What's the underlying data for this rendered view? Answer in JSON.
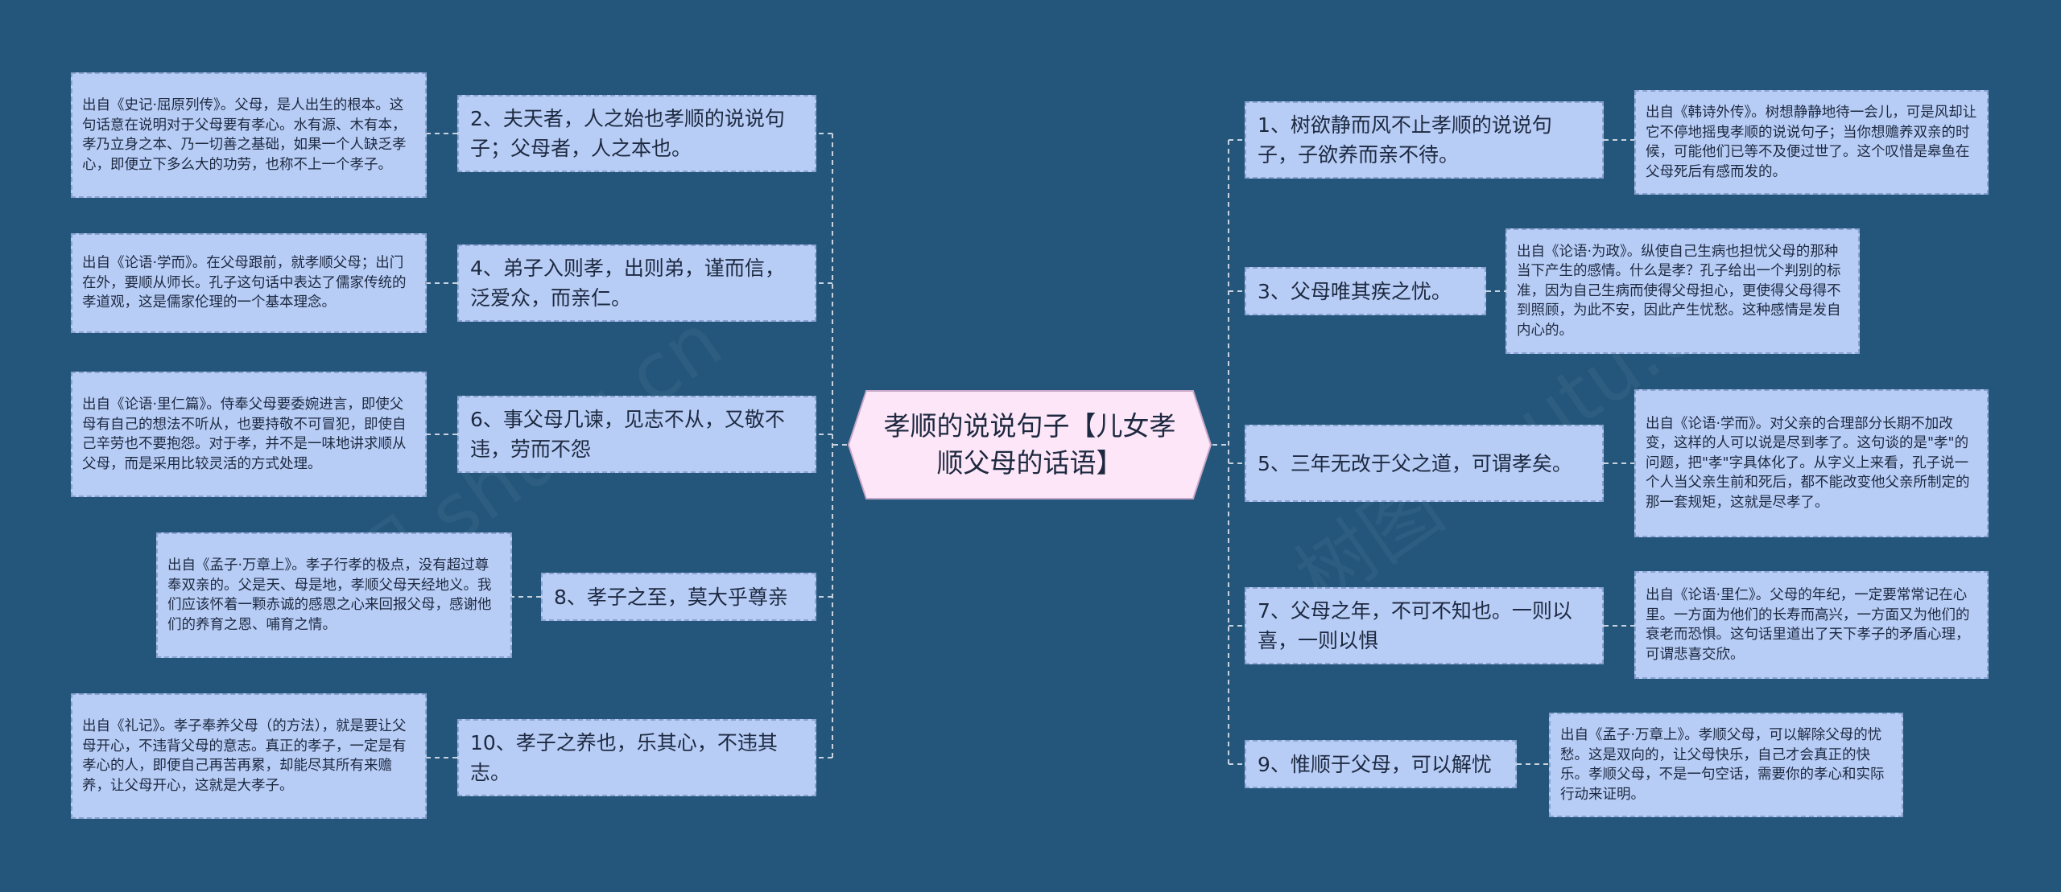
{
  "diagram": {
    "central_title": "孝顺的说说句子【儿女孝顺父母的话语】",
    "watermark": "树图 shutu.cn",
    "colors": {
      "background": "#23567a",
      "node_fill": "#b8cdf6",
      "node_border": "#8aa2d0",
      "central_fill": "#fde6f7",
      "connector": "#c9d3df"
    },
    "left": [
      {
        "branch": "2、夫天者，人之始也孝顺的说说句子；父母者，人之本也。",
        "detail": "出自《史记·屈原列传》。父母，是人出生的根本。这句话意在说明对于父母要有孝心。水有源、木有本，孝乃立身之本、乃一切善之基础，如果一个人缺乏孝心，即便立下多么大的功劳，也称不上一个孝子。"
      },
      {
        "branch": "4、弟子入则孝，出则弟，谨而信，泛爱众，而亲仁。",
        "detail": "出自《论语·学而》。在父母跟前，就孝顺父母；出门在外，要顺从师长。孔子这句话中表达了儒家传统的孝道观，这是儒家伦理的一个基本理念。"
      },
      {
        "branch": "6、事父母几谏，见志不从，又敬不违，劳而不怨",
        "detail": "出自《论语·里仁篇》。侍奉父母要委婉进言，即使父母有自己的想法不听从，也要持敬不可冒犯，即使自己辛劳也不要抱怨。对于孝，并不是一味地讲求顺从父母，而是采用比较灵活的方式处理。"
      },
      {
        "branch": "8、孝子之至，莫大乎尊亲",
        "detail": "出自《孟子·万章上》。孝子行孝的极点，没有超过尊奉双亲的。父是天、母是地，孝顺父母天经地义。我们应该怀着一颗赤诚的感恩之心来回报父母，感谢他们的养育之恩、哺育之情。"
      },
      {
        "branch": "10、孝子之养也，乐其心，不违其志。",
        "detail": "出自《礼记》。孝子奉养父母（的方法），就是要让父母开心，不违背父母的意志。真正的孝子，一定是有孝心的人，即便自己再苦再累，却能尽其所有来赡养，让父母开心，这就是大孝子。"
      }
    ],
    "right": [
      {
        "branch": "1、树欲静而风不止孝顺的说说句子，子欲养而亲不待。",
        "detail": "出自《韩诗外传》。树想静静地待一会儿，可是风却让它不停地摇曳孝顺的说说句子；当你想赡养双亲的时候，可能他们已等不及便过世了。这个叹惜是皋鱼在父母死后有感而发的。"
      },
      {
        "branch": "3、父母唯其疾之忧。",
        "detail": "出自《论语·为政》。纵使自己生病也担忧父母的那种当下产生的感情。什么是孝？孔子给出一个判别的标准，因为自己生病而使得父母担心，更使得父母得不到照顾，为此不安，因此产生忧愁。这种感情是发自内心的。"
      },
      {
        "branch": "5、三年无改于父之道，可谓孝矣。",
        "detail": "出自《论语·学而》。对父亲的合理部分长期不加改变，这样的人可以说是尽到孝了。这句谈的是\"孝\"的问题，把\"孝\"字具体化了。从字义上来看，孔子说一个人当父亲生前和死后，都不能改变他父亲所制定的那一套规矩，这就是尽孝了。"
      },
      {
        "branch": "7、父母之年，不可不知也。一则以喜，一则以惧",
        "detail": "出自《论语·里仁》。父母的年纪，一定要常常记在心里。一方面为他们的长寿而高兴，一方面又为他们的衰老而恐惧。这句话里道出了天下孝子的矛盾心理，可谓悲喜交欣。"
      },
      {
        "branch": "9、惟顺于父母，可以解忧",
        "detail": "出自《孟子·万章上》。孝顺父母，可以解除父母的忧愁。这是双向的，让父母快乐，自己才会真正的快乐。孝顺父母，不是一句空话，需要你的孝心和实际行动来证明。"
      }
    ]
  }
}
